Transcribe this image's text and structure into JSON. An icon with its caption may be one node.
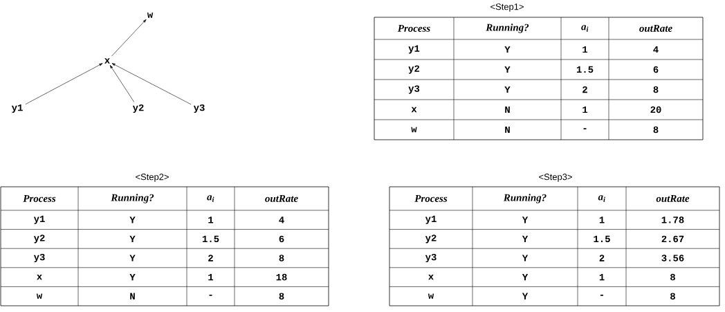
{
  "diagram": {
    "nodes": [
      {
        "text": [
          "w"
        ]
      },
      {
        "text": [
          "x"
        ]
      },
      {
        "text": [
          "y1"
        ]
      },
      {
        "text": [
          "y2"
        ]
      },
      {
        "text": [
          "y3"
        ]
      }
    ],
    "edges": [
      {
        "from": 1,
        "to": 0,
        "arrow": "to"
      },
      {
        "from": 2,
        "to": 1,
        "arrow": "to"
      },
      {
        "from": 3,
        "to": 1,
        "arrow": "to"
      },
      {
        "from": 4,
        "to": 1,
        "arrow": "to"
      }
    ],
    "labels": [
      "<Step1>",
      "Process",
      "Running?",
      "a$_{i}$",
      "outRate",
      "y1",
      "Y",
      "1",
      "4",
      "y2",
      "Y",
      "1.5",
      "6",
      "y3",
      "Y",
      "2",
      "8",
      "x",
      "N",
      "1",
      "20",
      "w",
      "N",
      "-",
      "8",
      "<Step2>",
      "Process",
      "Running?",
      "a$_{i}$",
      "outRate",
      "y1",
      "Y",
      "1",
      "4",
      "y2",
      "Y",
      "1.5",
      "6",
      "y3",
      "Y",
      "2",
      "8",
      "x",
      "Y",
      "1",
      "18",
      "w",
      "N",
      "-",
      "8",
      "<Step3>",
      "Process",
      "Running?",
      "a$_{i}$",
      "outRate",
      "y1",
      "Y",
      "1",
      "1.78",
      "y2",
      "Y",
      "1.5",
      "2.67",
      "y3",
      "Y",
      "2",
      "3.56",
      "x",
      "Y",
      "1",
      "8",
      "w",
      "Y",
      "-",
      "8"
    ]
  }
}
